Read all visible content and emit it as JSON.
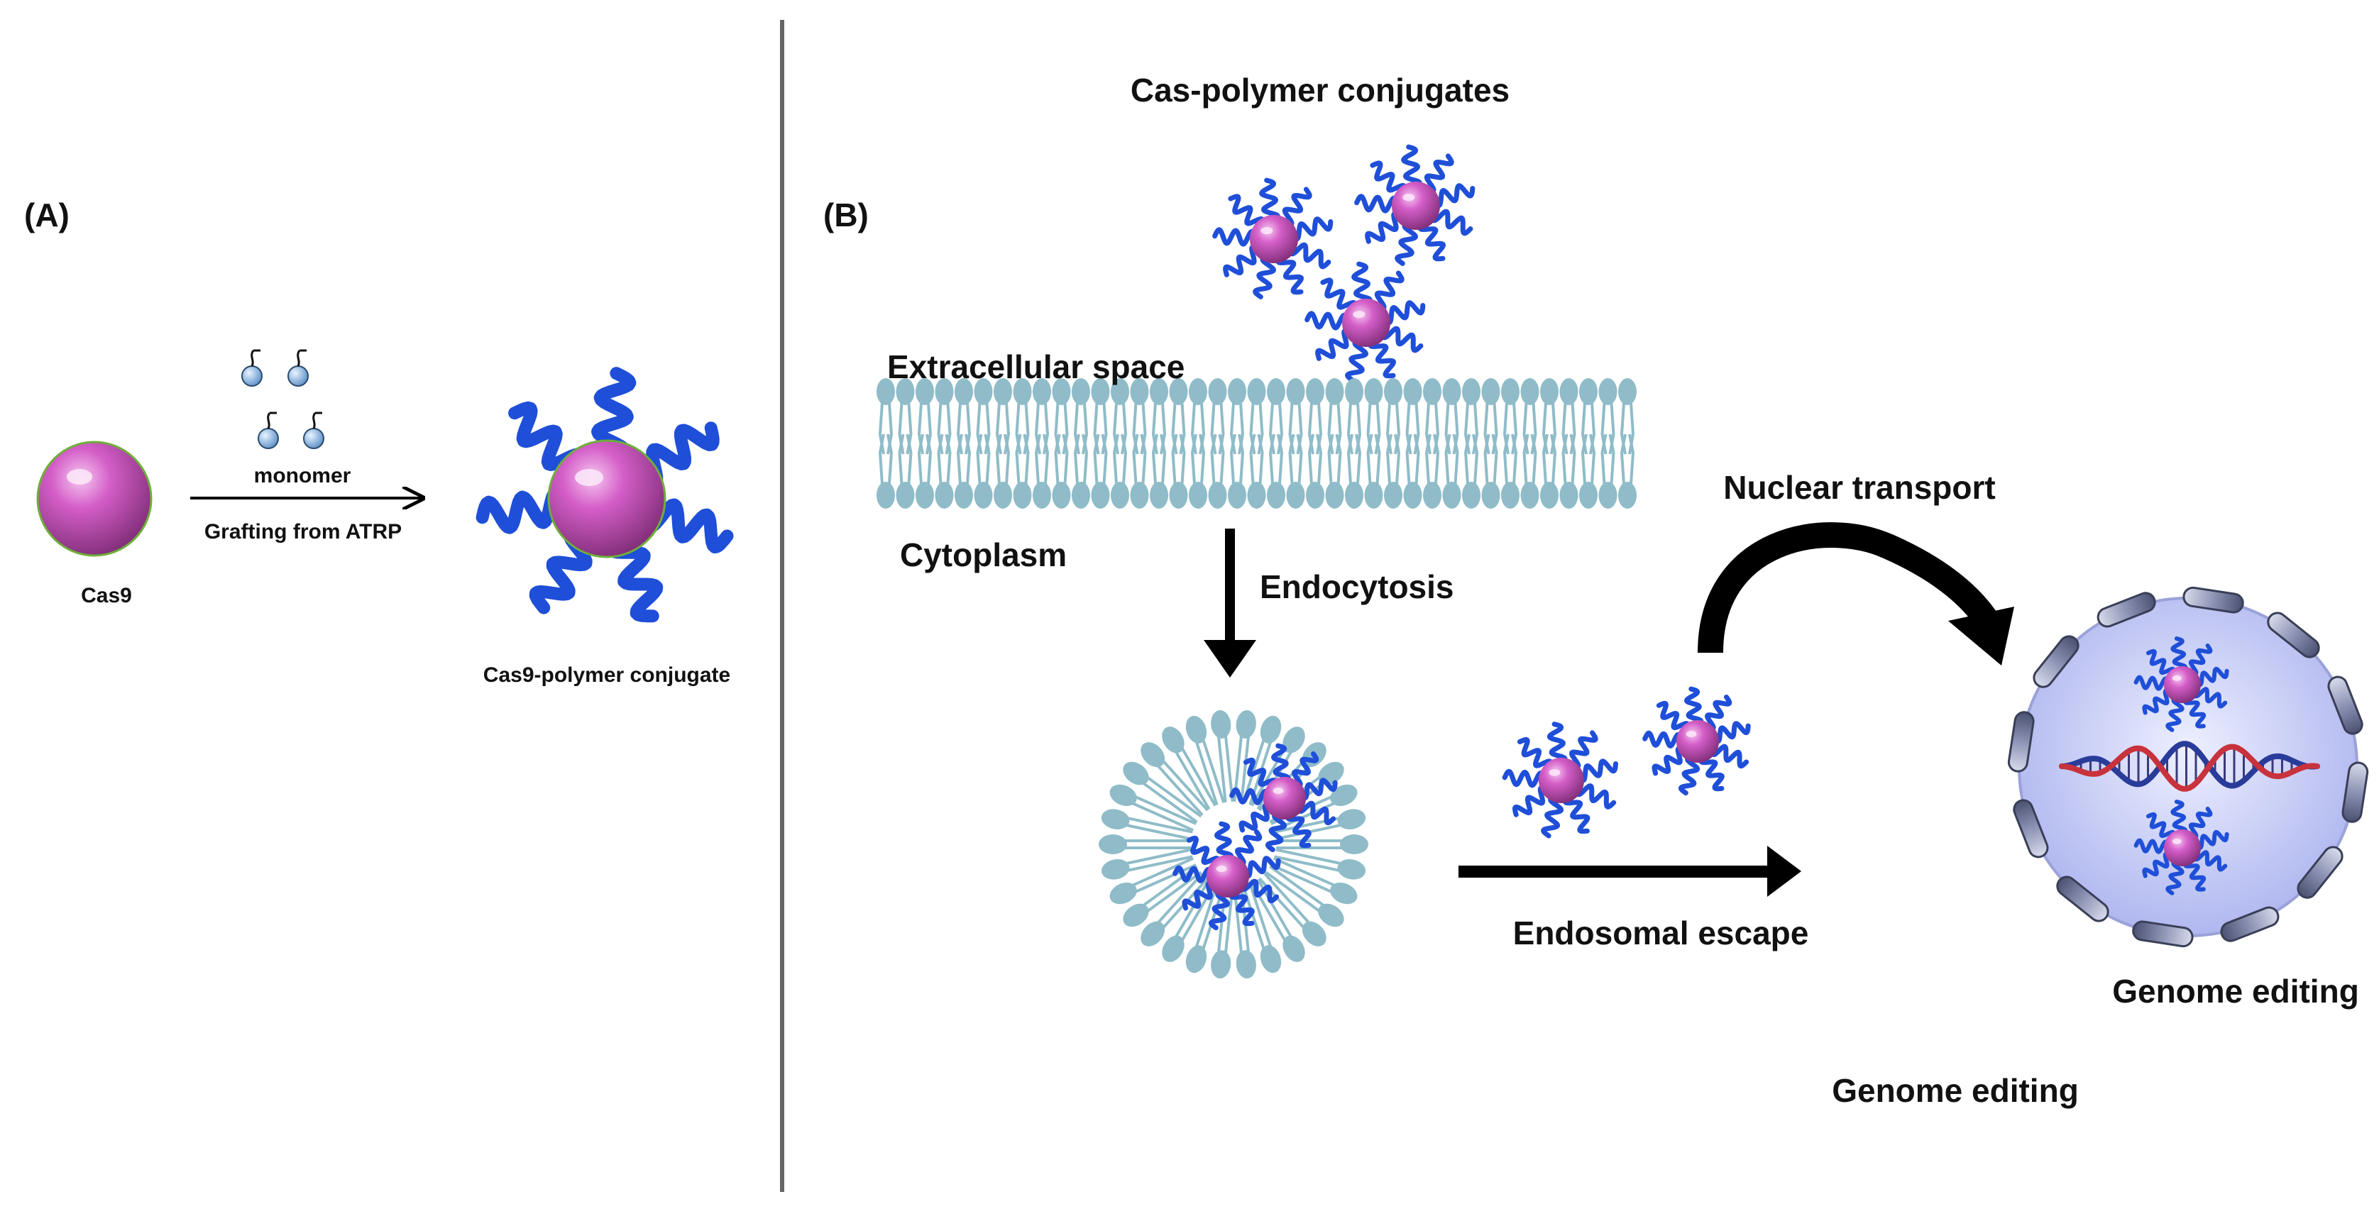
{
  "panel_a": {
    "tag": "(A)",
    "cas9_label": "Cas9",
    "monomer_label": "monomer",
    "grafting_label": "Grafting from ATRP",
    "conjugate_label": "Cas9-polymer conjugate"
  },
  "panel_b": {
    "tag": "(B)",
    "conjugates_label": "Cas-polymer conjugates",
    "extracellular_label": "Extracellular space",
    "cytoplasm_label": "Cytoplasm",
    "endocytosis_label": "Endocytosis",
    "nuclear_transport_label": "Nuclear transport",
    "endosomal_escape_label": "Endosomal escape",
    "genome_editing_nucleus_label": "Genome editing",
    "genome_editing_bottom_label": "Genome editing"
  },
  "colors": {
    "protein_pink": "#d45ec8",
    "polymer_blue": "#1f4fd8",
    "lipid_teal": "#8fbcc8",
    "nucleus_fill": "#c8cdf5",
    "nucleus_pore": "#7e86a8",
    "arrow": "#000000",
    "divider": "#666666"
  }
}
